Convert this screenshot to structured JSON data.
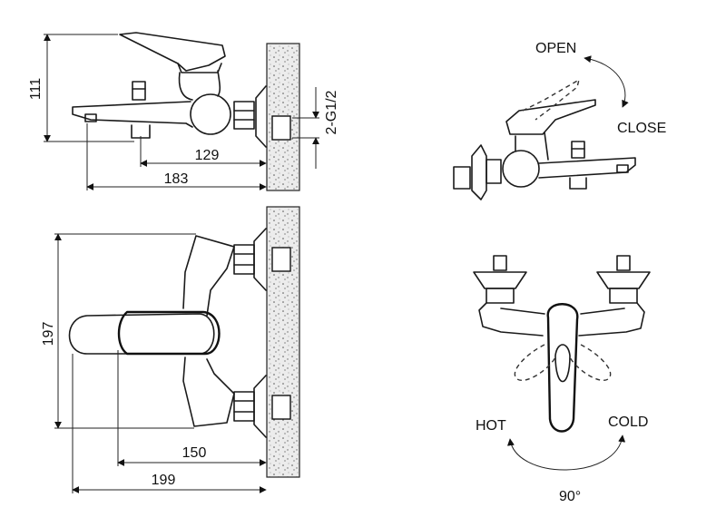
{
  "dimensions": {
    "height_side": "111",
    "outlet_to_wall": "129",
    "spout_length": "183",
    "thread": "2-G1/2",
    "width_top": "197",
    "handle_to_wall": "150",
    "total_depth": "199"
  },
  "operation": {
    "open_label": "OPEN",
    "close_label": "CLOSE",
    "hot_label": "HOT",
    "cold_label": "COLD",
    "angle_label": "90°"
  }
}
